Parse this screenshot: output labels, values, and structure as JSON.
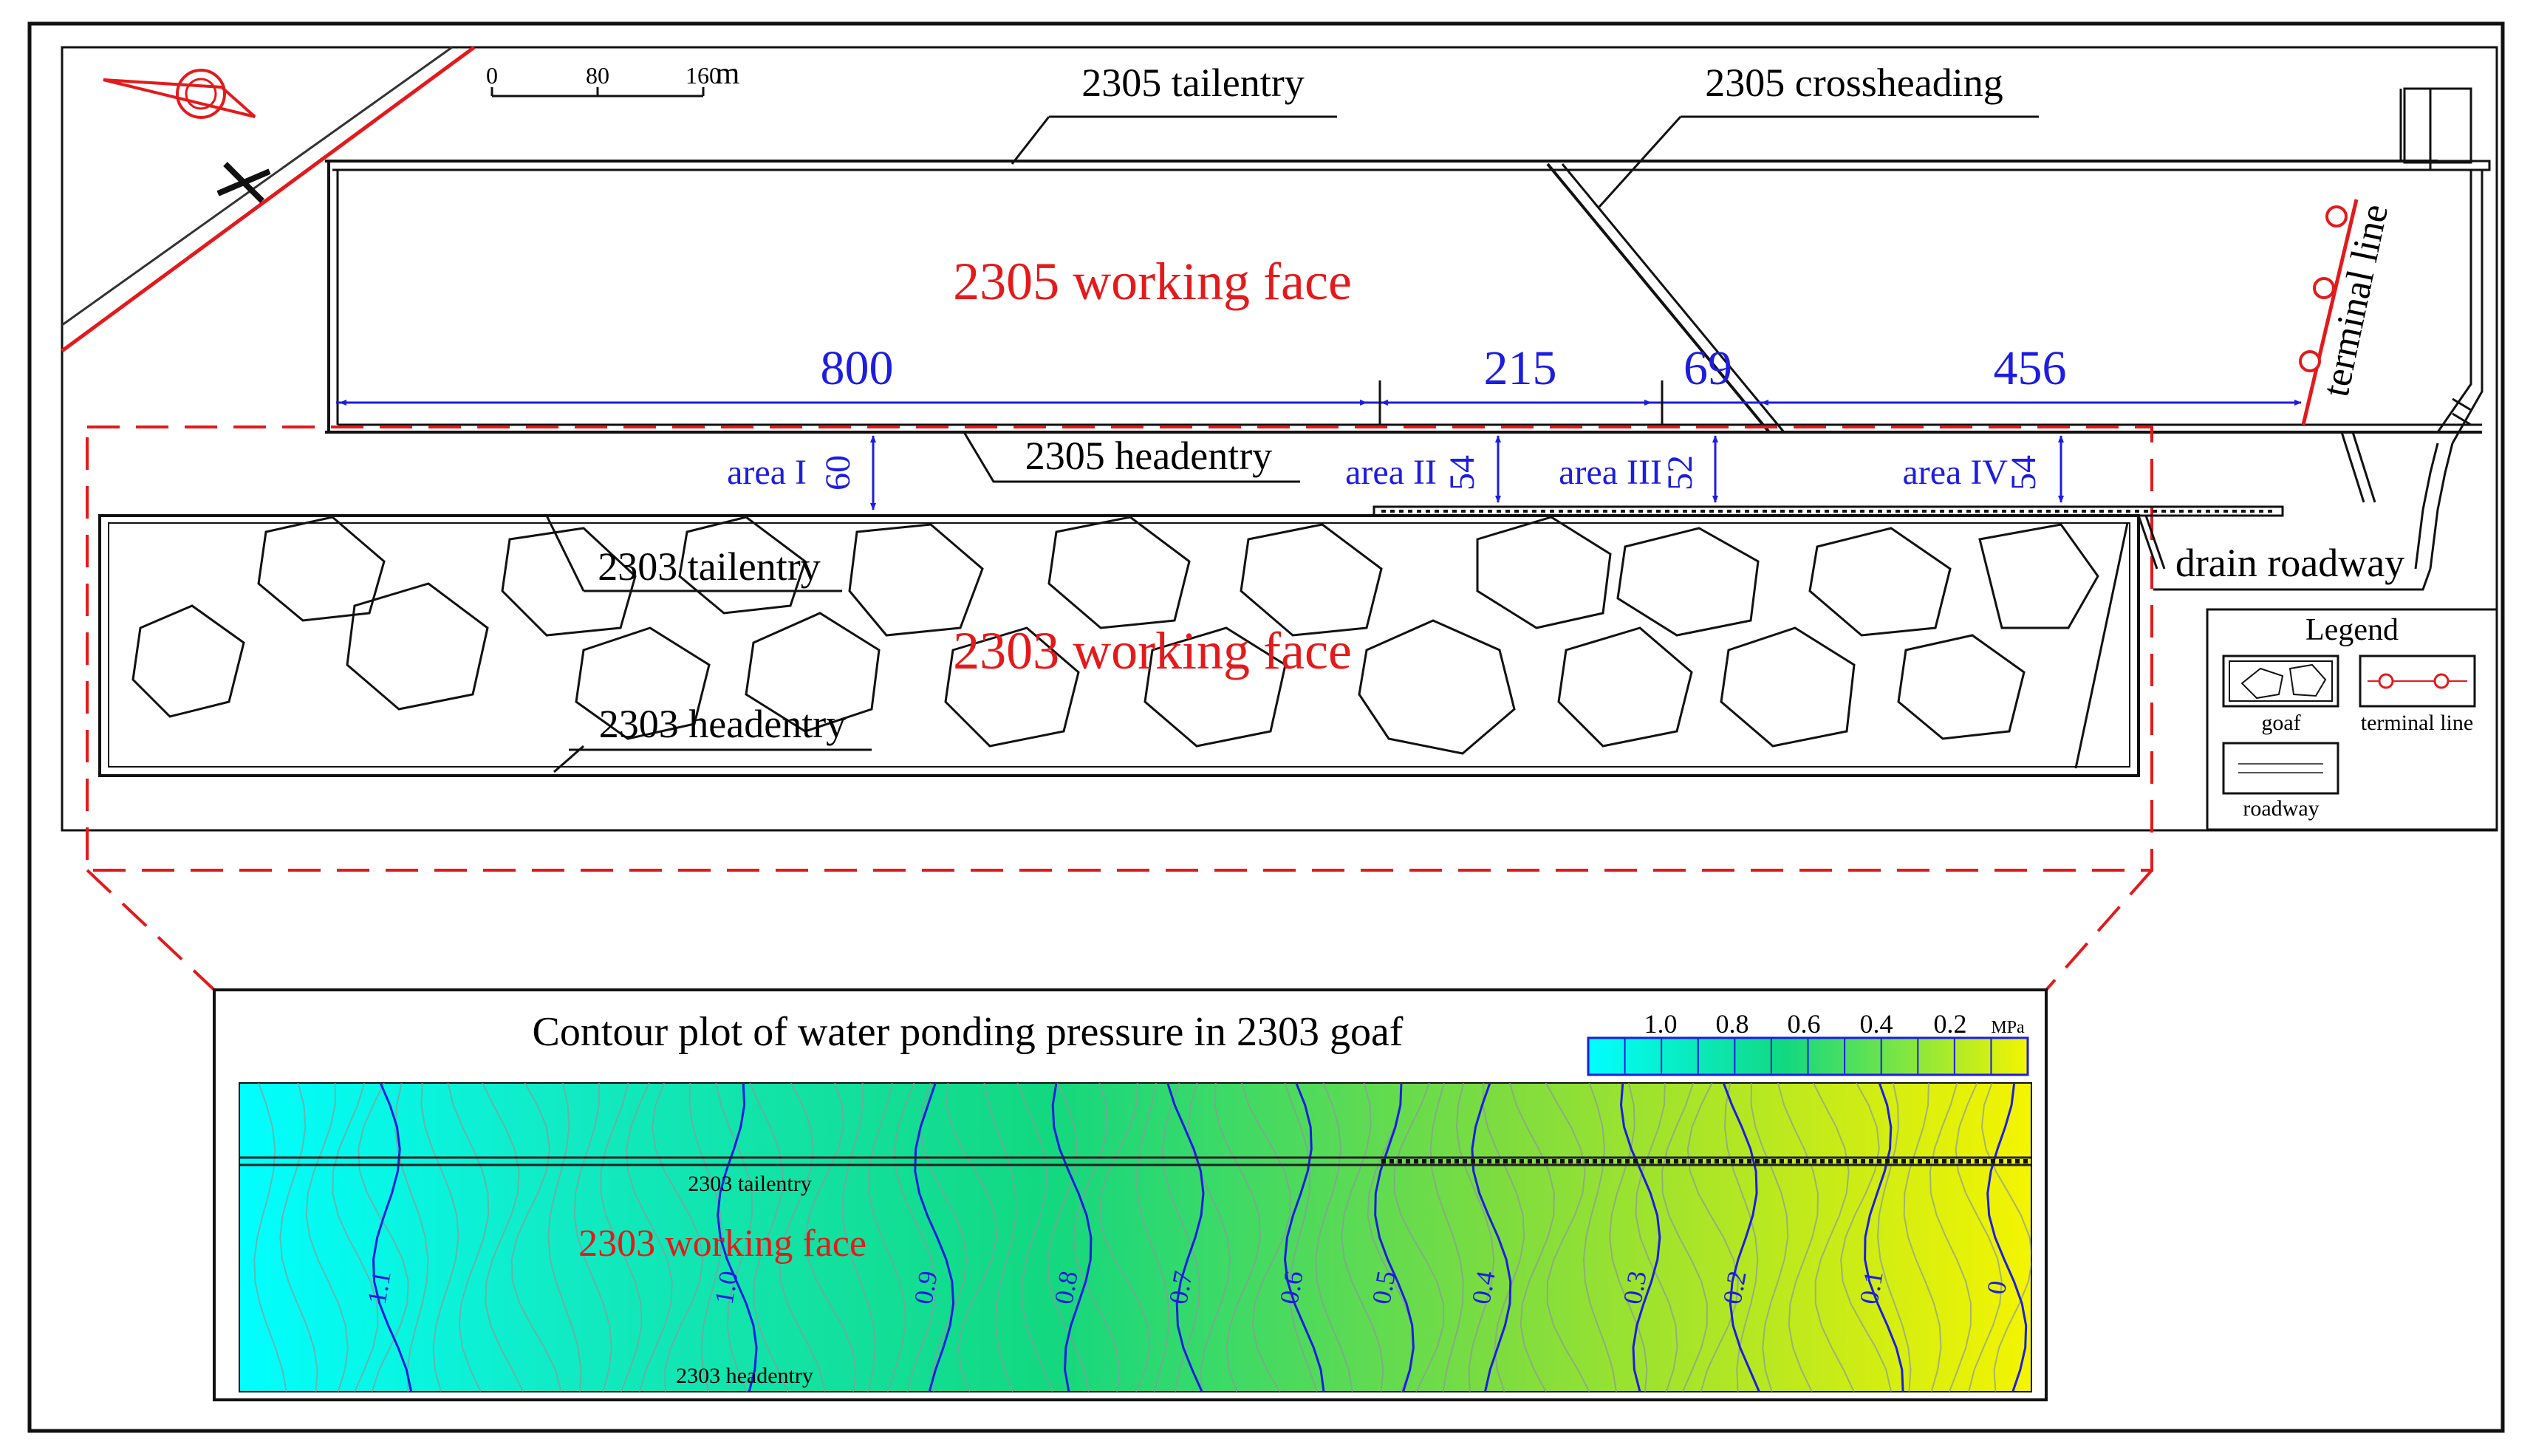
{
  "map": {
    "scale_bar": {
      "ticks": [
        "0",
        "80",
        "160"
      ],
      "unit": "m"
    },
    "labels": {
      "tailentry_2305": "2305 tailentry",
      "crossheading_2305": "2305 crossheading",
      "working_face_2305": "2305 working face",
      "headentry_2305": "2305 headentry",
      "tailentry_2303": "2303 tailentry",
      "working_face_2303": "2303 working face",
      "headentry_2303": "2303 headentry",
      "drain_roadway": "drain roadway",
      "terminal_line": "terminal line"
    },
    "dimensions": {
      "seg1": "800",
      "seg2": "215",
      "seg3": "69",
      "seg4": "456"
    },
    "areas": [
      {
        "name": "area I",
        "value": "60"
      },
      {
        "name": "area II",
        "value": "54"
      },
      {
        "name": "area III",
        "value": "52"
      },
      {
        "name": "area IV",
        "value": "54"
      }
    ],
    "legend": {
      "title": "Legend",
      "goaf": "goaf",
      "terminal_line": "terminal line",
      "roadway": "roadway"
    }
  },
  "contour": {
    "title": "Contour plot of water ponding pressure in 2303 goaf",
    "colorbar": {
      "labels": [
        "1.0",
        "0.8",
        "0.6",
        "0.4",
        "0.2"
      ],
      "unit": "MPa"
    },
    "inner_labels": {
      "tailentry": "2303 tailentry",
      "working_face": "2303 working face",
      "headentry": "2303 headentry"
    },
    "contour_levels": [
      "1.1",
      "1.0",
      "0.9",
      "0.8",
      "0.7",
      "0.6",
      "0.5",
      "0.4",
      "0.3",
      "0.2",
      "0.1",
      "0"
    ]
  },
  "colors": {
    "dimension_blue": "#1d1de0",
    "label_red": "#e31a1c",
    "outline": "#111111",
    "gradient_start": "#00ffff",
    "gradient_mid": "#11d880",
    "gradient_end": "#f2f200"
  }
}
